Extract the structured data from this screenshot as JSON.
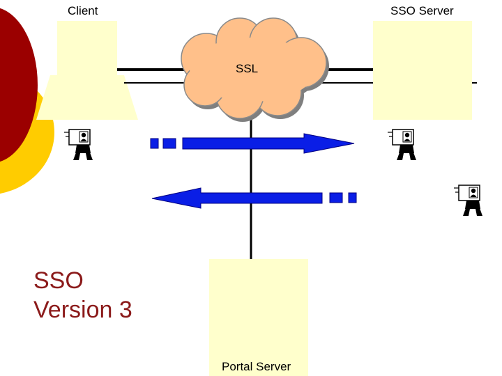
{
  "nodes": {
    "client": {
      "label": "Client"
    },
    "sso_server": {
      "label": "SSO Server"
    },
    "portal_server": {
      "label": "Portal Server"
    },
    "cloud": {
      "label": "SSL"
    }
  },
  "title": {
    "line1": "SSO",
    "line2": "Version 3"
  },
  "colors": {
    "arrow": "#0a1ee6",
    "arrow_outline": "#000080",
    "cloud": "#ffc08a",
    "box": "#ffffcc",
    "title_text": "#8b1a1a",
    "arc_red": "#9b0000",
    "arc_yellow": "#ffcc00"
  },
  "icons": [
    "badge-person-icon",
    "badge-person-icon",
    "badge-person-icon"
  ]
}
